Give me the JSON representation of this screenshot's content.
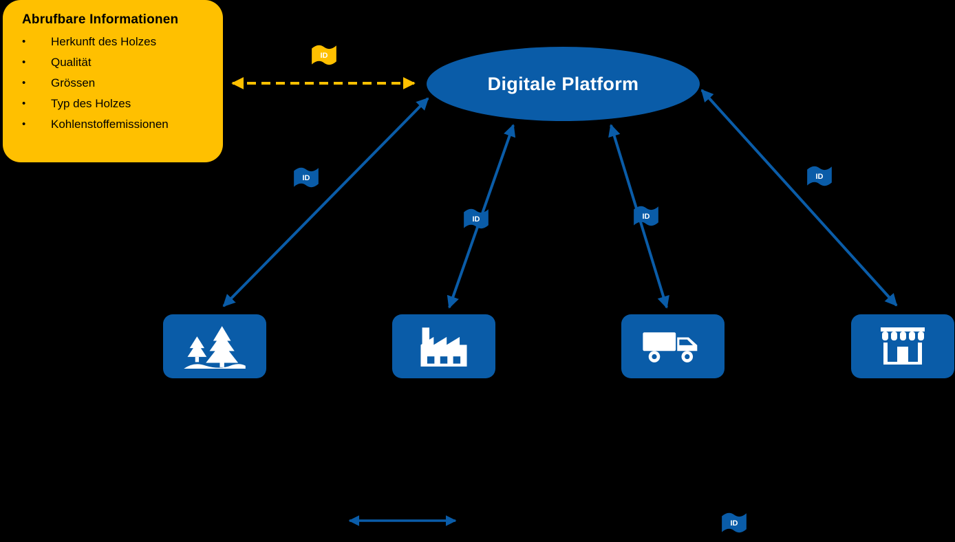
{
  "background_color": "#000000",
  "colors": {
    "blue": "#0A5CA8",
    "yellow": "#FFC000",
    "icon_white": "#FFFFFF",
    "info_text": "#000000",
    "platform_text": "#FFFFFF"
  },
  "info_box": {
    "title": "Abrufbare Informationen",
    "bullet": "•",
    "items": [
      "Herkunft des Holzes",
      "Qualität",
      "Grössen",
      "Typ des Holzes",
      "Kohlenstoffemissionen"
    ]
  },
  "platform": {
    "label": "Digitale Platform"
  },
  "flag_label": "ID",
  "nodes": [
    {
      "id": "forest",
      "icon": "forest-icon"
    },
    {
      "id": "factory",
      "icon": "factory-icon"
    },
    {
      "id": "truck",
      "icon": "truck-icon"
    },
    {
      "id": "store",
      "icon": "store-icon"
    }
  ],
  "connections": [
    {
      "from": "info-box",
      "to": "platform",
      "style": "dashed",
      "color": "#FFC000",
      "flag": "ID"
    },
    {
      "from": "platform",
      "to": "forest",
      "style": "solid",
      "color": "#0A5CA8",
      "flag": "ID"
    },
    {
      "from": "platform",
      "to": "factory",
      "style": "solid",
      "color": "#0A5CA8",
      "flag": "ID"
    },
    {
      "from": "platform",
      "to": "truck",
      "style": "solid",
      "color": "#0A5CA8",
      "flag": "ID"
    },
    {
      "from": "platform",
      "to": "store",
      "style": "solid",
      "color": "#0A5CA8",
      "flag": "ID"
    }
  ],
  "legend": {
    "arrow_color": "#0A5CA8",
    "flag_label": "ID"
  }
}
